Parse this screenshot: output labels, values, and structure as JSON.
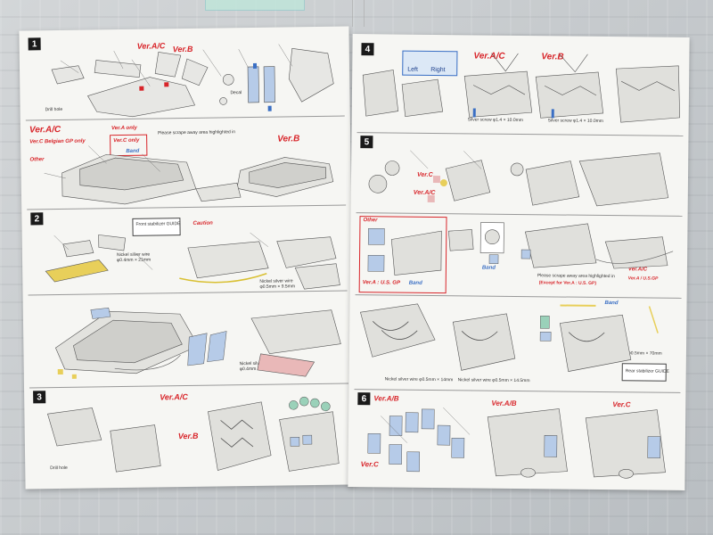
{
  "photo": {
    "left_sheet": {
      "steps": [
        {
          "number": "1",
          "labels": [
            "Ver.A/C",
            "Ver.B",
            "Ver.A/C",
            "Ver.A only",
            "Ver.C only",
            "Ver.B",
            "Other",
            "Ver.C Belgian GP only",
            "Band"
          ],
          "notes": [
            "Drill hole",
            "Decal",
            "Please scrape away area highlighted in"
          ]
        },
        {
          "number": "2",
          "labels": [
            "Front stabilizer GUIDE",
            "Caution",
            "Nickel silver wire",
            "Nickel silver wire",
            "Nickel silver wire"
          ],
          "notes": [
            "φ0.4mm × 21mm",
            "φ0.5mm × 9.5mm",
            "φ0.4mm × 15mm"
          ]
        },
        {
          "number": "3",
          "labels": [
            "Ver.A/C",
            "Ver.B"
          ],
          "notes": [
            "Drill hole"
          ]
        }
      ]
    },
    "right_sheet": {
      "steps": [
        {
          "number": "4",
          "labels": [
            "Ver.A/C",
            "Ver.B",
            "Left",
            "Right"
          ],
          "notes": [
            "Silver screw φ1.4 × 10.0mm",
            "Silver screw φ1.4 × 10.0mm"
          ]
        },
        {
          "number": "5",
          "labels": [
            "Ver.A/C",
            "Ver.C",
            "Other",
            "Ver.A : U.S. GP",
            "Band",
            "Band",
            "Band",
            "Ver.A/C",
            "Ver.A / U.S.GP"
          ],
          "notes": [
            "Please scrape away area highlighted in",
            "(Except for Ver.A : U.S. GP)",
            "Nickel silver wire φ0.5mm × 14mm",
            "Nickel silver wire φ0.5mm × 14.5mm",
            "Nickel silver wire φ0.5mm × 70mm",
            "Rear stabilizer GUIDE"
          ]
        },
        {
          "number": "6",
          "labels": [
            "Ver.A/B",
            "Ver.A/B",
            "Ver.C",
            "Ver.C"
          ],
          "notes": []
        }
      ]
    },
    "colors": {
      "accent_red": "#d8252a",
      "accent_blue": "#3a6fc4",
      "paper": "#f6f6f3",
      "floor": "#c9cdd0"
    }
  }
}
